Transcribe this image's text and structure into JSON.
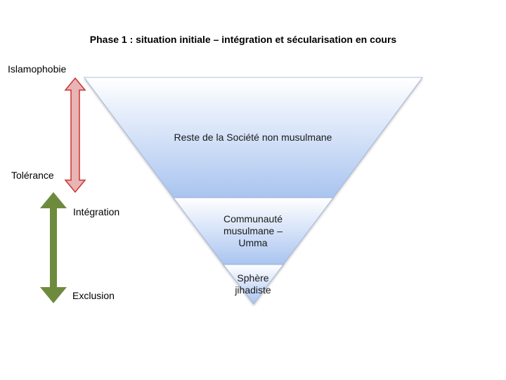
{
  "title": "Phase 1 : situation initiale – intégration et sécularisation en cours",
  "left_labels": {
    "islamophobie": "Islamophobie",
    "tolerance": "Tolérance",
    "integration": "Intégration",
    "exclusion": "Exclusion"
  },
  "pyramid": {
    "top": "Reste de la Société non musulmane",
    "middle_line1": "Communauté",
    "middle_line2": "musulmane –",
    "middle_line3": "Umma",
    "bottom_line1": "Sphère",
    "bottom_line2": "jihadiste"
  },
  "colors": {
    "red_arrow_fill": "#E8B4B4",
    "red_arrow_stroke": "#CC3333",
    "green_arrow": "#6E8B3D",
    "triangle_top": "#FFFFFF",
    "triangle_bottom": "#A9C4F0",
    "triangle_edge": "#8FA8D8"
  }
}
